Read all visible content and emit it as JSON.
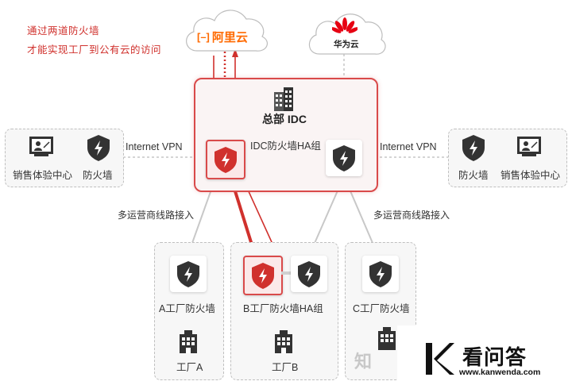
{
  "note": {
    "line1": "通过两道防火墙",
    "line2": "才能实现工厂到公有云的访问"
  },
  "clouds": {
    "aliyun": {
      "logo_text": "阿里云",
      "brand_color": "#ff6a00"
    },
    "huawei": {
      "logo_text": "华为云",
      "brand_color": "#e60012"
    }
  },
  "hq": {
    "title": "总部 IDC",
    "ha_label": "IDC防火墙HA组",
    "icon": "building-icon"
  },
  "links": {
    "vpn_left": "Internet VPN",
    "vpn_right": "Internet VPN",
    "isp_left": "多运营商线路接入",
    "isp_right": "多运营商线路接入"
  },
  "left_site": {
    "sales_label": "销售体验中心",
    "fw_label": "防火墙"
  },
  "right_site": {
    "fw_label": "防火墙",
    "sales_label": "销售体验中心"
  },
  "factories": {
    "a": {
      "fw_label": "A工厂防火墙",
      "name": "工厂A"
    },
    "b": {
      "fw_label": "B工厂防火墙HA组",
      "name": "工厂B"
    },
    "c": {
      "fw_label": "C工厂防火墙",
      "name": ""
    }
  },
  "watermark": {
    "title": "看问答",
    "url": "www.kanwenda.com",
    "partial_text": "知"
  },
  "colors": {
    "accent_red": "#d0312d",
    "shield_dark": "#333333",
    "line_gray": "#c8c8c8"
  }
}
